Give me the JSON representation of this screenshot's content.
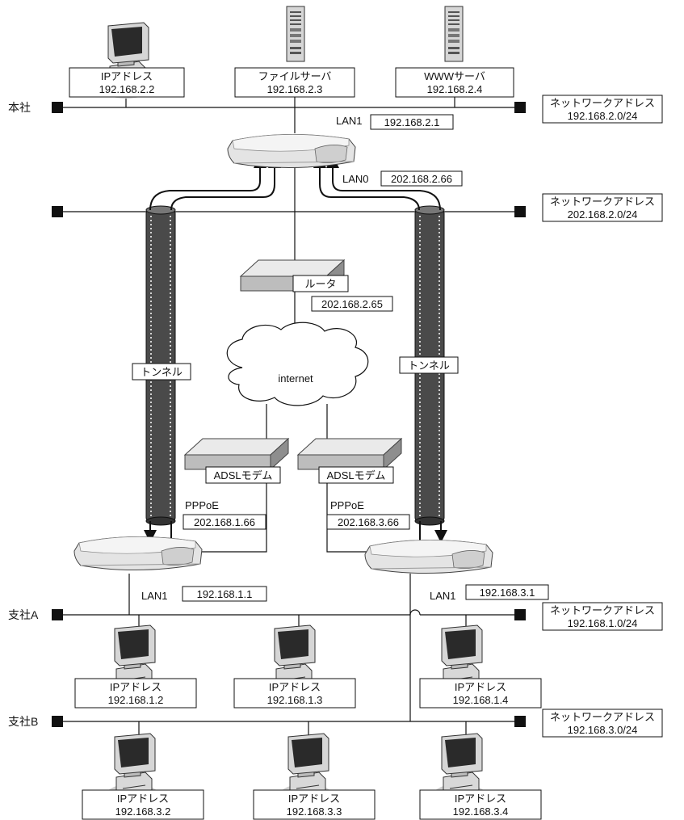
{
  "segments": {
    "hq": {
      "label": "本社",
      "net_title": "ネットワークアドレス",
      "net_addr": "192.168.2.0/24"
    },
    "wan": {
      "net_title": "ネットワークアドレス",
      "net_addr": "202.168.2.0/24"
    },
    "branch_a": {
      "label": "支社A",
      "net_title": "ネットワークアドレス",
      "net_addr": "192.168.1.0/24"
    },
    "branch_b": {
      "label": "支社B",
      "net_title": "ネットワークアドレス",
      "net_addr": "192.168.3.0/24"
    }
  },
  "hq_hosts": [
    {
      "title": "IPアドレス",
      "addr": "192.168.2.2"
    },
    {
      "title": "ファイルサーバ",
      "addr": "192.168.2.3"
    },
    {
      "title": "WWWサーバ",
      "addr": "192.168.2.4"
    }
  ],
  "hq_router": {
    "lan1_label": "LAN1",
    "lan1_addr": "192.168.2.1",
    "lan0_label": "LAN0",
    "lan0_addr": "202.168.2.66"
  },
  "isp_router": {
    "label": "ルータ",
    "addr": "202.168.2.65"
  },
  "internet": {
    "label": "internet"
  },
  "tunnels": {
    "left": "トンネル",
    "right": "トンネル"
  },
  "modems": {
    "left": "ADSLモデム",
    "right": "ADSLモデム"
  },
  "router_a": {
    "pppoe_label": "PPPoE",
    "pppoe_addr": "202.168.1.66",
    "lan1_label": "LAN1",
    "lan1_addr": "192.168.1.1"
  },
  "router_b": {
    "pppoe_label": "PPPoE",
    "pppoe_addr": "202.168.3.66",
    "lan1_label": "LAN1",
    "lan1_addr": "192.168.3.1"
  },
  "branch_a_hosts": [
    {
      "title": "IPアドレス",
      "addr": "192.168.1.2"
    },
    {
      "title": "IPアドレス",
      "addr": "192.168.1.3"
    },
    {
      "title": "IPアドレス",
      "addr": "192.168.1.4"
    }
  ],
  "branch_b_hosts": [
    {
      "title": "IPアドレス",
      "addr": "192.168.3.2"
    },
    {
      "title": "IPアドレス",
      "addr": "192.168.3.3"
    },
    {
      "title": "IPアドレス",
      "addr": "192.168.3.4"
    }
  ]
}
